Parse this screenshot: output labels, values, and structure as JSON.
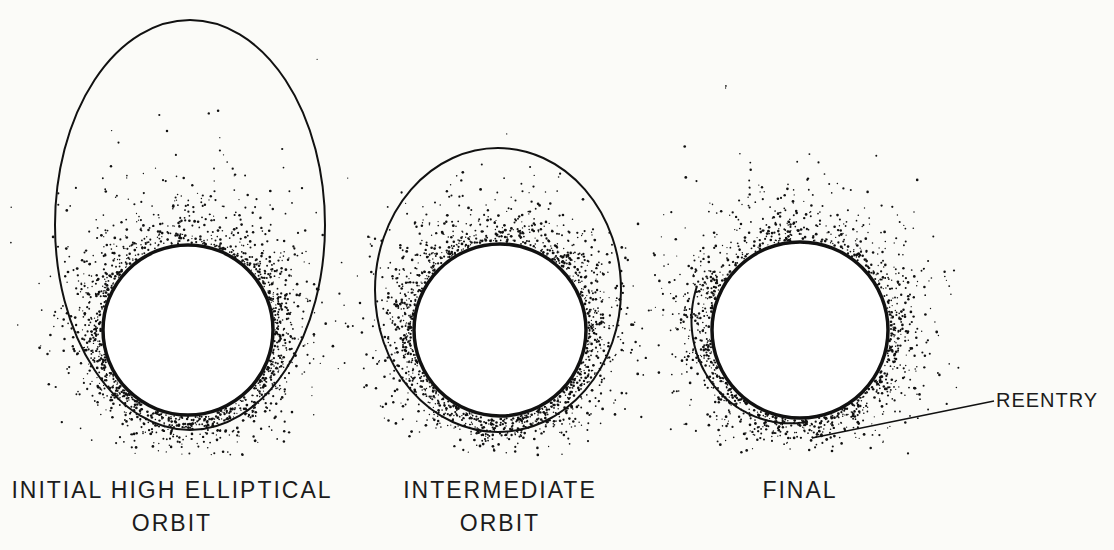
{
  "diagram": {
    "labels": [
      "INITIAL HIGH ELLIPTICAL ORBIT",
      "INTERMEDIATE ORBIT",
      "FINAL",
      "REENTRY"
    ]
  }
}
